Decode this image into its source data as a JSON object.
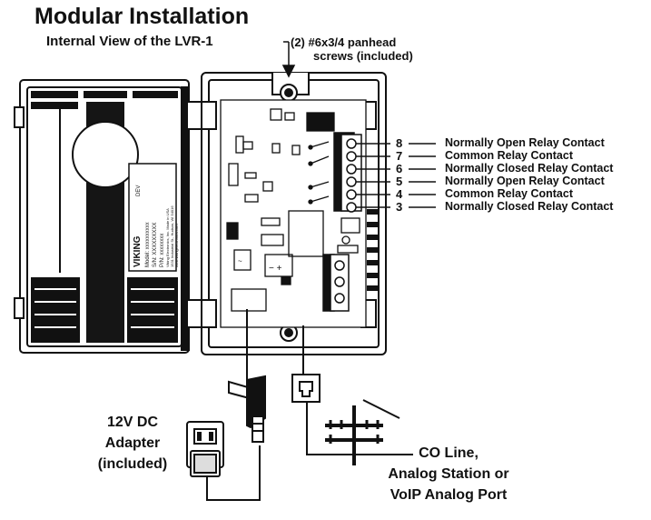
{
  "header": {
    "title": "Modular Installation",
    "subtitle": "Internal View of the LVR-1"
  },
  "callouts": {
    "screws_line1": "(2) #6x3/4 panhead",
    "screws_line2": "screws (included)"
  },
  "terminals": [
    {
      "num": "8",
      "label": "Normally Open Relay Contact"
    },
    {
      "num": "7",
      "label": "Common Relay Contact"
    },
    {
      "num": "6",
      "label": "Normally Closed Relay Contact"
    },
    {
      "num": "5",
      "label": "Normally Open Relay Contact"
    },
    {
      "num": "4",
      "label": "Common Relay Contact"
    },
    {
      "num": "3",
      "label": "Normally Closed Relay Contact"
    }
  ],
  "adapter": {
    "line1": "12V DC",
    "line2": "Adapter",
    "line3": "(included)"
  },
  "line": {
    "line1": "CO Line,",
    "line2": "Analog Station or",
    "line3": "VoIP Analog Port"
  },
  "label_sticker": {
    "brand": "VIKING",
    "model": "Model: xxxxxxxxxx",
    "sn": "S/N: XXXXXXXXX",
    "pn": "P/N: xxxxxxxx",
    "dev": "DEV",
    "company": "Viking Electronics, Inc. Made in USA",
    "address": "1531 Industrial St., Hudson, WI 54016",
    "web": "www.vikingelectronics.com"
  },
  "colors": {
    "ink": "#111111",
    "fill": "#1a1a1a",
    "paper": "#ffffff"
  }
}
